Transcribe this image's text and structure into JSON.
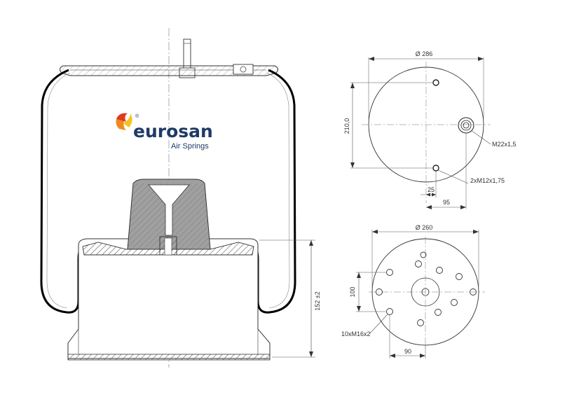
{
  "logo": {
    "brand": "eurosan",
    "tagline": "Air Springs",
    "registered_mark": "®",
    "brand_color": "#1f3a66",
    "flame_colors": [
      "#e03a22",
      "#f08a1c",
      "#f6c21c"
    ]
  },
  "side_view": {
    "height_dimension": "152 ±2"
  },
  "top_plate": {
    "diameter": "Ø 286",
    "bolt_spacing": "210,0",
    "center_thread": "M22x1,5",
    "stud_thread": "2xM12x1,75",
    "offset_small": "25",
    "offset_large": "95"
  },
  "bottom_plate": {
    "diameter": "Ø 260",
    "hole_spacing": "100",
    "hole_thread": "10xM16x2",
    "offset": "90"
  },
  "colors": {
    "line": "#1a1a1a",
    "thin_line": "#555555",
    "bellow_outline": "#000000",
    "bumper_fill": "#9a9a9a",
    "hatch": "#777777"
  }
}
